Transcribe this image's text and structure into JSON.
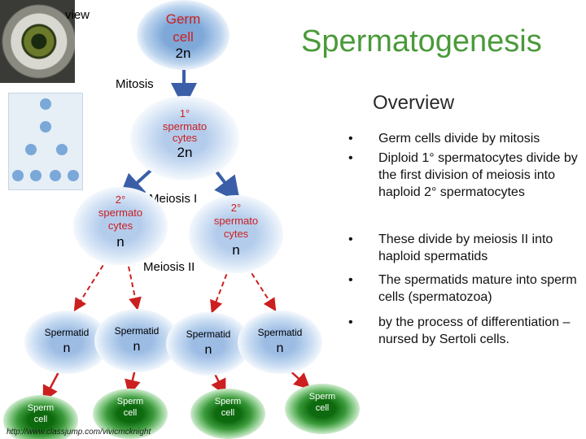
{
  "header": {
    "eye_label": "view",
    "title": "Spermatogenesis",
    "subtitle": "Overview"
  },
  "diagram": {
    "germ_cell": {
      "line1": "Germ",
      "line2": "cell",
      "ploidy": "2n"
    },
    "mitosis_label": "Mitosis",
    "primary": {
      "line1": "1°",
      "line2": "spermato",
      "line3": "cytes",
      "ploidy": "2n"
    },
    "meiosis1_label": "Meiosis I",
    "secondary_left": {
      "line1": "2°",
      "line2": "spermato",
      "line3": "cytes",
      "ploidy": "n"
    },
    "secondary_right": {
      "line1": "2°",
      "line2": "spermato",
      "line3": "cytes",
      "ploidy": "n"
    },
    "meiosis2_label": "Meiosis II",
    "spermatids": [
      {
        "label": "Spermatid",
        "ploidy": "n"
      },
      {
        "label": "Spermatid",
        "ploidy": "n"
      },
      {
        "label": "Spermatid",
        "ploidy": "n"
      },
      {
        "label": "Spermatid",
        "ploidy": "n"
      }
    ],
    "sperm_cells": [
      {
        "line1": "Sperm",
        "line2": "cell"
      },
      {
        "line1": "Sperm",
        "line2": "cell"
      },
      {
        "line1": "Sperm",
        "line2": "cell"
      },
      {
        "line1": "Sperm",
        "line2": "cell"
      }
    ],
    "colors": {
      "arrow_blue": "#3a5fa8",
      "arrow_red": "#cc1f1f",
      "title_green": "#4a9a3a",
      "sperm_green": "#1e7a1e"
    }
  },
  "bullets": [
    "Germ cells divide by mitosis",
    "Diploid 1° spermatocytes divide by the first division of meiosis into haploid 2° spermatocytes",
    "These divide by meiosis II into haploid spermatids",
    "The spermatids mature into sperm cells (spermatozoa)",
    "by the process of differentiation – nursed by Sertoli cells."
  ],
  "footer": {
    "url": "http://www.classjump.com/vivicmcknight"
  }
}
